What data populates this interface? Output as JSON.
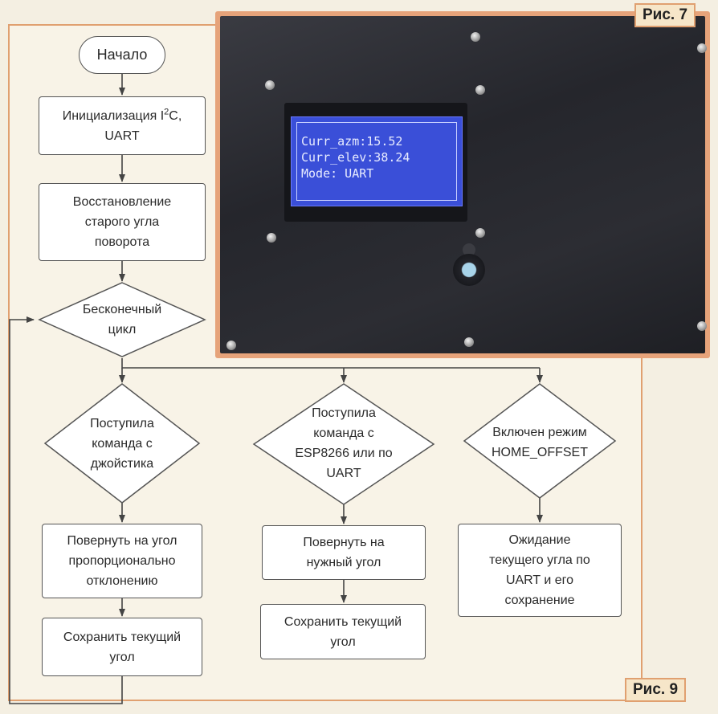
{
  "figure_labels": {
    "fig7": "Рис. 7",
    "fig9": "Рис. 9"
  },
  "photo": {
    "lcd_lines": [
      "Curr_azm:15.52",
      "Curr_elev:38.24",
      "Mode: UART"
    ]
  },
  "flowchart": {
    "start": "Начало",
    "init_pre": "Инициализация I",
    "init_sup": "2",
    "init_post": "C,\nUART",
    "restore": "Восстановление\nстарого угла\nповорота",
    "loop": "Бесконечный\nцикл",
    "decision_joystick": "Поступила\nкоманда с\nджойстика",
    "decision_esp": "Поступила\nкоманда с\nESP8266 или по\nUART",
    "decision_home": "Включен режим\nHOME_OFFSET",
    "action_rotate_prop": "Повернуть на угол\nпропорционально\nотклонению",
    "action_save_1": "Сохранить текущий\nугол",
    "action_rotate_needed": "Повернуть на\nнужный угол",
    "action_save_2": "Сохранить текущий\nугол",
    "action_wait": "Ожидание\nтекущего угла по\nUART и его\nсохранение"
  }
}
